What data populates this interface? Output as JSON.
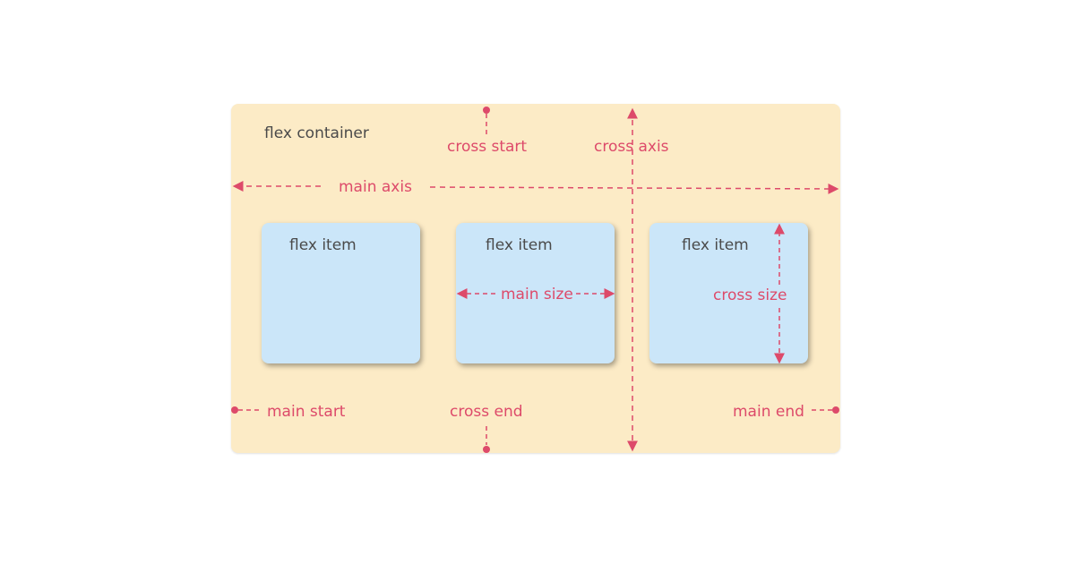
{
  "colors": {
    "accent": "#dd4a6a",
    "container_fill": "#fcebc6",
    "item_fill": "#cbe6f9",
    "text": "#4a4a4a"
  },
  "container": {
    "label": "flex container"
  },
  "items": [
    {
      "label": "flex item"
    },
    {
      "label": "flex item"
    },
    {
      "label": "flex item"
    }
  ],
  "annotations": {
    "main_axis": "main axis",
    "cross_axis": "cross axis",
    "cross_start": "cross start",
    "cross_end": "cross end",
    "main_start": "main start",
    "main_end": "main end",
    "main_size": "main size",
    "cross_size": "cross size"
  }
}
